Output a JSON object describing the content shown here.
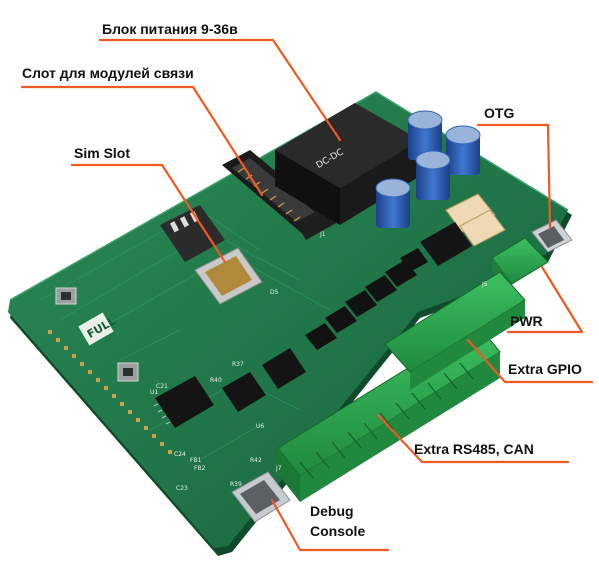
{
  "labels": {
    "power_supply": "Блок питания 9-36в",
    "comm_slot": "Слот для модулей связи",
    "sim_slot": "Sim Slot",
    "otg": "OTG",
    "pwr": "PWR",
    "extra_gpio": "Extra GPIO",
    "extra_rs485": "Extra RS485, CAN",
    "debug_console_1": "Debug",
    "debug_console_2": "Console"
  },
  "silkscreen": {
    "full": "FULL",
    "u1": "U1",
    "c21": "C21",
    "c24": "C24",
    "c23": "C23",
    "fb1": "FB1",
    "fb2": "FB2",
    "r39": "R39",
    "r42": "R42",
    "j7": "J7",
    "j1": "J1",
    "j5": "J5",
    "d5": "D5",
    "u6": "U6",
    "r40": "R40",
    "r37": "R37"
  },
  "colors": {
    "pcb": "#1f7a4a",
    "pcb_dark": "#145a35",
    "terminal": "#2fa84f",
    "callout": "#ee5a24",
    "capacitor": "#2f63b8"
  }
}
